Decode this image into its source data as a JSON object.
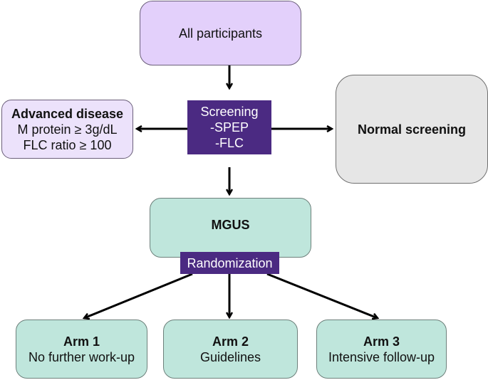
{
  "nodes": {
    "all_participants": {
      "label": "All participants"
    },
    "screening": {
      "lines": [
        "Screening",
        "-SPEP",
        "-FLC"
      ]
    },
    "advanced_disease": {
      "title": "Advanced disease",
      "lines": [
        "M protein ≥ 3g/dL",
        "FLC ratio ≥ 100"
      ]
    },
    "normal_screening": {
      "label": "Normal screening"
    },
    "mgus": {
      "label": "MGUS"
    },
    "randomization": {
      "label": "Randomization"
    },
    "arms": [
      {
        "title": "Arm 1",
        "desc": "No further work-up"
      },
      {
        "title": "Arm 2",
        "desc": "Guidelines"
      },
      {
        "title": "Arm 3",
        "desc": "Intensive follow-up"
      }
    ]
  },
  "colors": {
    "lavender": "#e3d0fb",
    "purple": "#4b2a82",
    "grey": "#e6e6e6",
    "mint": "#bfe6dc"
  }
}
